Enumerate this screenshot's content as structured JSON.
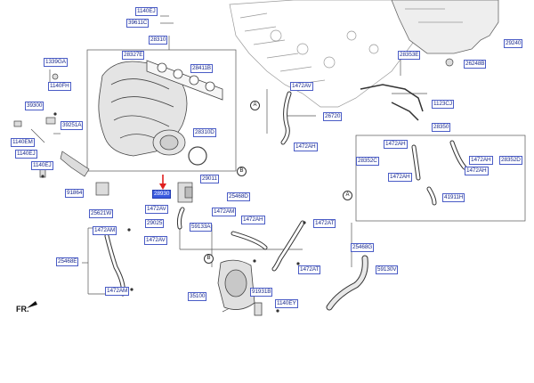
{
  "labels": {
    "p1140ej_top": "1140EJ",
    "p39611c": "39611C",
    "p28310": "28310",
    "p29240": "29240",
    "p28327e": "28327E",
    "p28411b": "28411B",
    "p1339ga": "1339GA",
    "p1140fh": "1140FH",
    "p26248b": "26248B",
    "p28353e": "28353E",
    "p1472av_top": "1472AV",
    "p26720": "26720",
    "p39300": "39300",
    "p39251a": "39251A",
    "p28310d": "28310D",
    "p1123cj": "1123CJ",
    "p28350": "28350",
    "p1140em": "1140EM",
    "p1140ej_left": "1140EJ",
    "p1140ej_left2": "1140EJ",
    "p1472ah_mid": "1472AH",
    "p1472ah_box1": "1472AH",
    "p28352c_left": "28352C",
    "p1472ah_box2": "1472AH",
    "p28352d_right": "28352D",
    "p1472ah_box3": "1472AH",
    "p1472ah_box4": "1472AH",
    "p41911h": "41911H",
    "p91864": "91864",
    "p29011": "29011",
    "p25468d": "25468D",
    "p28930": "28930",
    "p25621w": "25621W",
    "p1472av_mid": "1472AV",
    "p1472am_mid": "1472AM",
    "p29025": "29025",
    "p1472ah_mid2": "1472AH",
    "p59133a": "59133A",
    "p1472at_1": "1472AT",
    "p1472am_left": "1472AM",
    "p1472av_low": "1472AV",
    "p25468g": "25468G",
    "p25468e": "25468E",
    "p1472at_2": "1472AT",
    "p59130v": "59130V",
    "p91931b": "91931B",
    "p1472am_bottom": "1472AM",
    "p35100": "35100",
    "p1140ey": "1140EY",
    "callout_a": "A",
    "callout_b": "B",
    "fr": "FR."
  },
  "colors": {
    "label_text": "#1a2a8c",
    "label_border": "#4a5cc6",
    "highlight_fill": "#3b5be0",
    "arrow": "#e02020",
    "line": "#555555"
  }
}
